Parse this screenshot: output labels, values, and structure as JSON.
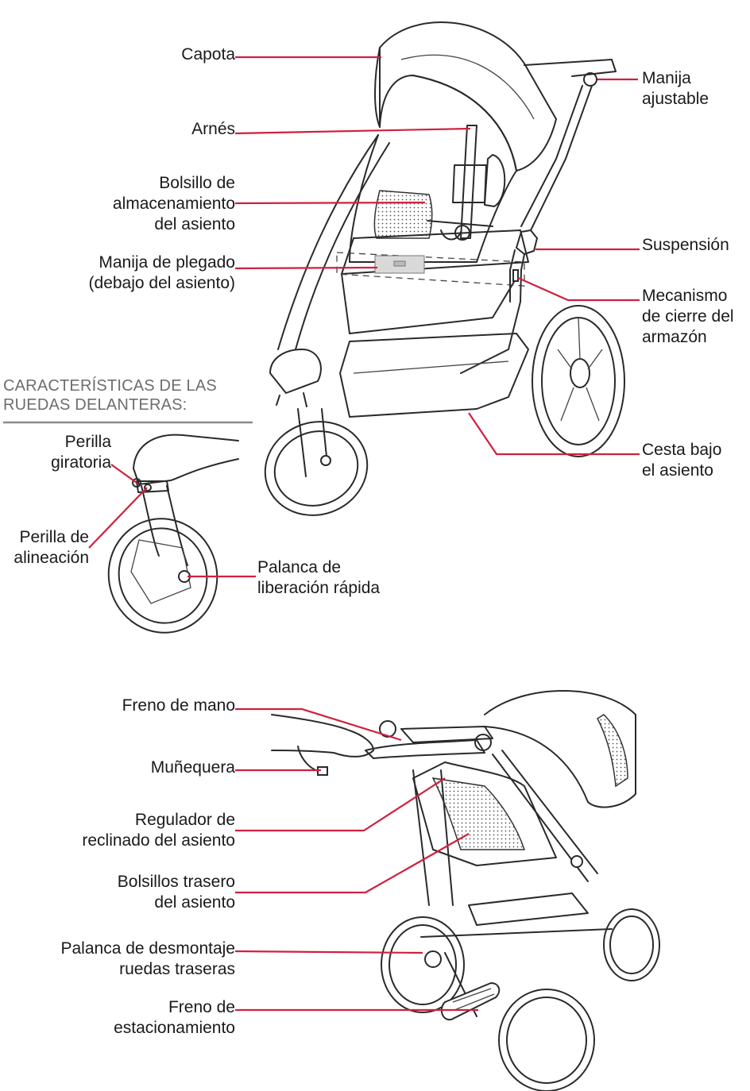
{
  "colors": {
    "leader": "#d0203f",
    "ink": "#2a2a2a",
    "heading": "#6d6d6d"
  },
  "heading": {
    "front_wheel_features": "CARACTERÍSTICAS DE LAS\nRUEDAS DELANTERAS:"
  },
  "labels": {
    "canopy": "Capota",
    "harness": "Arnés",
    "seat_pocket": "Bolsillo de\nalmacenamiento\ndel asiento",
    "fold_handle": "Manija de plegado\n(debajo del asiento)",
    "adjustable_handle": "Manija\najustable",
    "suspension": "Suspensión",
    "frame_lock": "Mecanismo\nde cierre del\narmazón",
    "basket": "Cesta bajo\nel asiento",
    "swivel_knob": "Perilla\ngiratoria",
    "alignment_knob": "Perilla de\nalineación",
    "quick_release": "Palanca de\nliberación rápida",
    "hand_brake": "Freno de mano",
    "wrist_strap": "Muñequera",
    "recline_adjuster": "Regulador de\nreclinado del asiento",
    "rear_pockets": "Bolsillos trasero\ndel asiento",
    "rear_wheel_release": "Palanca de desmontaje\nruedas traseras",
    "parking_brake": "Freno de\nestacionamiento"
  }
}
